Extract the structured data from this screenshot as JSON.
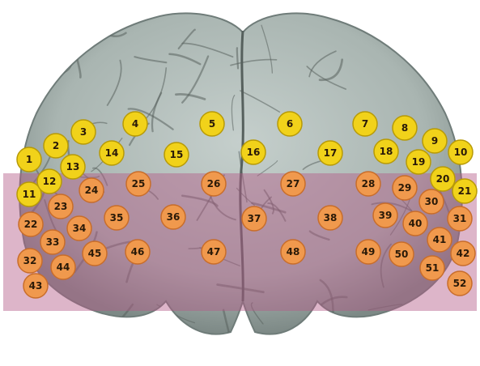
{
  "colors": {
    "background": "#ffffff",
    "brain_fill": "#a9b5b1",
    "brain_shadow": "#6f7c79",
    "sulcus_line": "#59625f",
    "band_fill": "#b35a87",
    "yellow_marker": "#f1d21a",
    "orange_marker": "#f0994d",
    "label_text": "#2a1a08"
  },
  "markers": [
    {
      "label": "1",
      "type": "yellow"
    },
    {
      "label": "2",
      "type": "yellow"
    },
    {
      "label": "3",
      "type": "yellow"
    },
    {
      "label": "4",
      "type": "yellow"
    },
    {
      "label": "5",
      "type": "yellow"
    },
    {
      "label": "6",
      "type": "yellow"
    },
    {
      "label": "7",
      "type": "yellow"
    },
    {
      "label": "8",
      "type": "yellow"
    },
    {
      "label": "9",
      "type": "yellow"
    },
    {
      "label": "10",
      "type": "yellow"
    },
    {
      "label": "11",
      "type": "yellow"
    },
    {
      "label": "12",
      "type": "yellow"
    },
    {
      "label": "13",
      "type": "yellow"
    },
    {
      "label": "14",
      "type": "yellow"
    },
    {
      "label": "15",
      "type": "yellow"
    },
    {
      "label": "16",
      "type": "yellow"
    },
    {
      "label": "17",
      "type": "yellow"
    },
    {
      "label": "18",
      "type": "yellow"
    },
    {
      "label": "19",
      "type": "yellow"
    },
    {
      "label": "20",
      "type": "yellow"
    },
    {
      "label": "21",
      "type": "yellow"
    },
    {
      "label": "22",
      "type": "orange"
    },
    {
      "label": "23",
      "type": "orange"
    },
    {
      "label": "24",
      "type": "orange"
    },
    {
      "label": "25",
      "type": "orange"
    },
    {
      "label": "26",
      "type": "orange"
    },
    {
      "label": "27",
      "type": "orange"
    },
    {
      "label": "28",
      "type": "orange"
    },
    {
      "label": "29",
      "type": "orange"
    },
    {
      "label": "30",
      "type": "orange"
    },
    {
      "label": "31",
      "type": "orange"
    },
    {
      "label": "32",
      "type": "orange"
    },
    {
      "label": "33",
      "type": "orange"
    },
    {
      "label": "34",
      "type": "orange"
    },
    {
      "label": "35",
      "type": "orange"
    },
    {
      "label": "36",
      "type": "orange"
    },
    {
      "label": "37",
      "type": "orange"
    },
    {
      "label": "38",
      "type": "orange"
    },
    {
      "label": "39",
      "type": "orange"
    },
    {
      "label": "40",
      "type": "orange"
    },
    {
      "label": "41",
      "type": "orange"
    },
    {
      "label": "42",
      "type": "orange"
    },
    {
      "label": "43",
      "type": "orange"
    },
    {
      "label": "44",
      "type": "orange"
    },
    {
      "label": "45",
      "type": "orange"
    },
    {
      "label": "46",
      "type": "orange"
    },
    {
      "label": "47",
      "type": "orange"
    },
    {
      "label": "48",
      "type": "orange"
    },
    {
      "label": "49",
      "type": "orange"
    },
    {
      "label": "50",
      "type": "orange"
    },
    {
      "label": "51",
      "type": "orange"
    },
    {
      "label": "52",
      "type": "orange"
    }
  ]
}
